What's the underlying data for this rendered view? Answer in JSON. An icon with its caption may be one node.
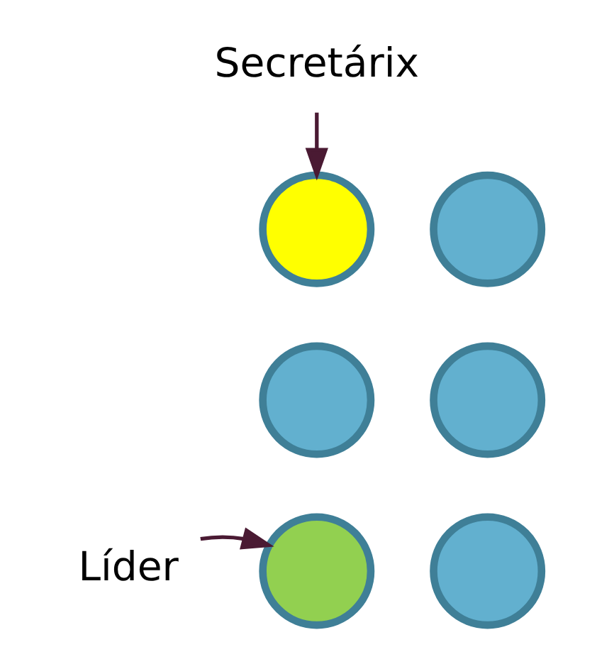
{
  "diagram": {
    "nodes": [
      {
        "text": [
          "Secretárix"
        ]
      },
      {
        "text": [],
        "shape": "circle"
      },
      {
        "text": [],
        "shape": "circle"
      },
      {
        "text": [],
        "shape": "circle"
      },
      {
        "text": [],
        "shape": "circle"
      },
      {
        "text": [],
        "shape": "circle"
      },
      {
        "text": [],
        "shape": "circle"
      },
      {
        "text": [
          "Líder"
        ]
      }
    ],
    "edges": [
      {
        "from": 0,
        "to": 1,
        "arrow": "to"
      },
      {
        "from": 7,
        "to": 5,
        "arrow": "to"
      }
    ]
  }
}
